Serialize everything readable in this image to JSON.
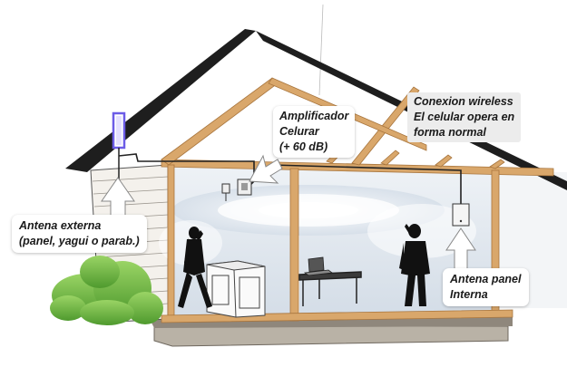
{
  "labels": {
    "amplifier": [
      "Amplificador",
      "Celurar",
      "(+ 60 dB)"
    ],
    "wireless": [
      "Conexion wireless",
      "El celular opera en",
      "forma normal"
    ],
    "external_antenna": [
      "Antena externa",
      "(panel, yagui  o parab.)"
    ],
    "internal_antenna": [
      "Antena panel",
      "Interna"
    ]
  },
  "colors": {
    "wood": "#d9a76b",
    "wood_edge": "#a8753d",
    "roof": "#1e1e1e",
    "wall_blue": "#dfe6ee",
    "shrub": "#7bbf4c",
    "antenna": "#6c5ce7",
    "cable": "#222222"
  },
  "icons": {
    "external_antenna": "panel-antenna-icon",
    "amplifier": "amplifier-box-icon",
    "internal_antenna": "indoor-panel-antenna-icon",
    "laptop": "laptop-icon"
  }
}
